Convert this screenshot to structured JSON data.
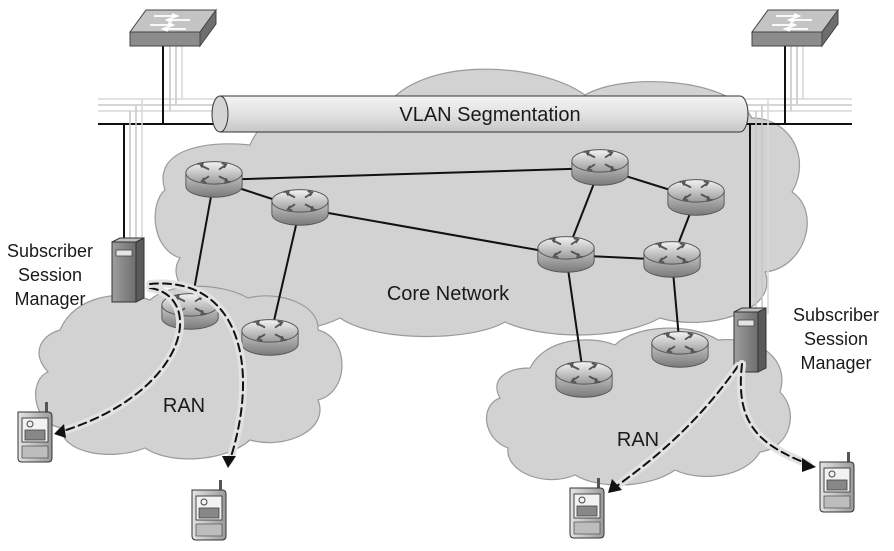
{
  "labels": {
    "tunnel": "VLAN Segmentation",
    "core": "Core Network",
    "ran_left": "RAN",
    "ran_right": "RAN",
    "ssm_left": [
      "Subscriber",
      "Session",
      "Manager"
    ],
    "ssm_right": [
      "Subscriber",
      "Session",
      "Manager"
    ]
  },
  "icons": {
    "switch": "switch-icon",
    "router": "router-icon",
    "server": "server-icon",
    "phone": "mobile-phone-icon"
  },
  "colors": {
    "cloud_fill": "#d2d2d2",
    "cloud_stroke": "#9a9a9a",
    "tunnel_fill": "#e6e6e6",
    "link": "#111111",
    "flow_path": "#e2e2e2"
  }
}
